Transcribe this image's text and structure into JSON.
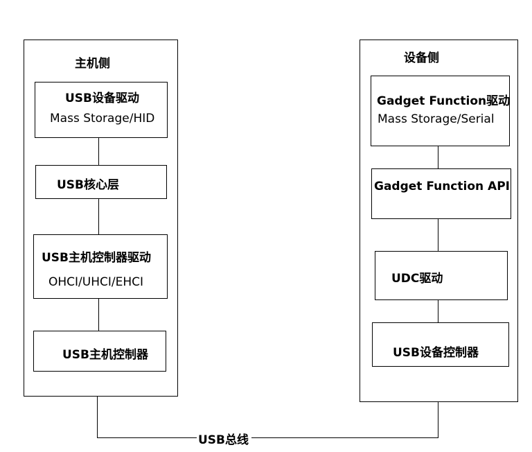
{
  "host": {
    "title": "主机侧",
    "blocks": [
      {
        "title": "USB设备驱动",
        "sub": "Mass Storage/HID"
      },
      {
        "title": "USB核心层",
        "sub": ""
      },
      {
        "title": "USB主机控制器驱动",
        "sub": "OHCI/UHCI/EHCI"
      },
      {
        "title": "USB主机控制器",
        "sub": ""
      }
    ]
  },
  "device": {
    "title": "设备侧",
    "blocks": [
      {
        "title": "Gadget Function驱动",
        "sub": "Mass Storage/Serial"
      },
      {
        "title": "Gadget Function API",
        "sub": ""
      },
      {
        "title": "UDC驱动",
        "sub": ""
      },
      {
        "title": "USB设备控制器",
        "sub": ""
      }
    ]
  },
  "bus_label": "USB总线"
}
